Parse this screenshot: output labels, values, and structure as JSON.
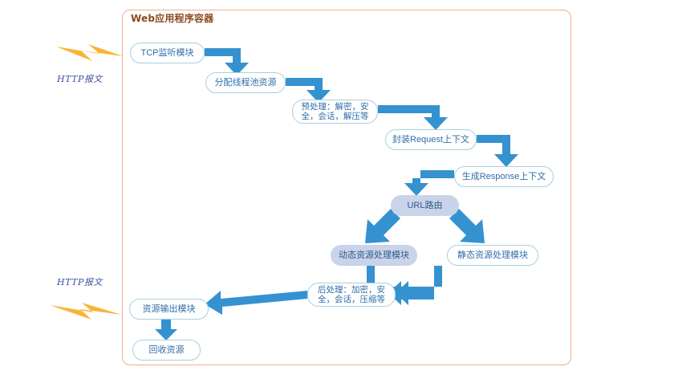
{
  "diagram": {
    "container_title": "Web应用程序容器",
    "container_border_color": "#f0b089",
    "title_color": "#8a4b20",
    "arrow_color": "#3592d0",
    "node_border_color": "#a8cfe0",
    "node_fill_color": "#c9d3ea",
    "node_text_color": "#2f6ea8",
    "bolt_color": "#f7b538",
    "label_color": "#3b4fa0"
  },
  "labels": {
    "inbound": "HTTP报文",
    "outbound": "HTTP报文"
  },
  "nodes": {
    "tcp_listener": "TCP监听模块",
    "thread_pool": "分配线程池资源",
    "preprocess": "预处理：解密，安\n全，会话，解压等",
    "request_context": "封装Request上下文",
    "response_context": "生成Response上下文",
    "url_routing": "URL路由",
    "dynamic_handler": "动态资源处理模块",
    "static_handler": "静态资源处理模块",
    "postprocess": "后处理：加密，安\n全，会话，压缩等",
    "output_module": "资源输出模块",
    "recycle": "回收资源"
  },
  "flow": [
    {
      "from": "HTTP报文",
      "to": "TCP监听模块"
    },
    {
      "from": "TCP监听模块",
      "to": "分配线程池资源"
    },
    {
      "from": "分配线程池资源",
      "to": "预处理：解密，安全，会话，解压等"
    },
    {
      "from": "预处理：解密，安全，会话，解压等",
      "to": "封装Request上下文"
    },
    {
      "from": "封装Request上下文",
      "to": "生成Response上下文"
    },
    {
      "from": "生成Response上下文",
      "to": "URL路由"
    },
    {
      "from": "URL路由",
      "to": "动态资源处理模块"
    },
    {
      "from": "URL路由",
      "to": "静态资源处理模块"
    },
    {
      "from": "动态资源处理模块",
      "to": "后处理：加密，安全，会话，压缩等"
    },
    {
      "from": "后处理：加密，安全，会话，压缩等",
      "to": "资源输出模块"
    },
    {
      "from": "资源输出模块",
      "to": "回收资源"
    },
    {
      "from": "资源输出模块",
      "to": "HTTP报文"
    }
  ]
}
